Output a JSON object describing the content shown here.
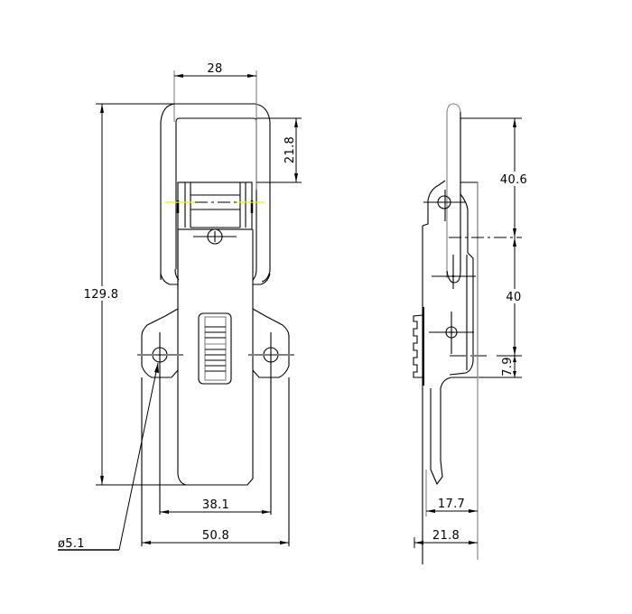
{
  "drawing": {
    "type": "technical-drawing",
    "subject": "toggle latch / draw latch, front and side views",
    "colors": {
      "outline": "#000000",
      "hidden_secondary": "#808080",
      "center_line_highlight": "#f2f200",
      "background": "#ffffff"
    }
  },
  "front_view": {
    "dimensions": {
      "loop_width": "28",
      "loop_to_roller": "21.8",
      "overall_length": "129.8",
      "hole_spacing": "38.1",
      "base_width": "50.8",
      "hole_diameter": "ø5.1"
    }
  },
  "side_view": {
    "dimensions": {
      "top_segment": "40.6",
      "middle_segment": "40",
      "bottom_segment": "7.9",
      "inner_depth": "17.7",
      "overall_depth": "21.8"
    }
  }
}
